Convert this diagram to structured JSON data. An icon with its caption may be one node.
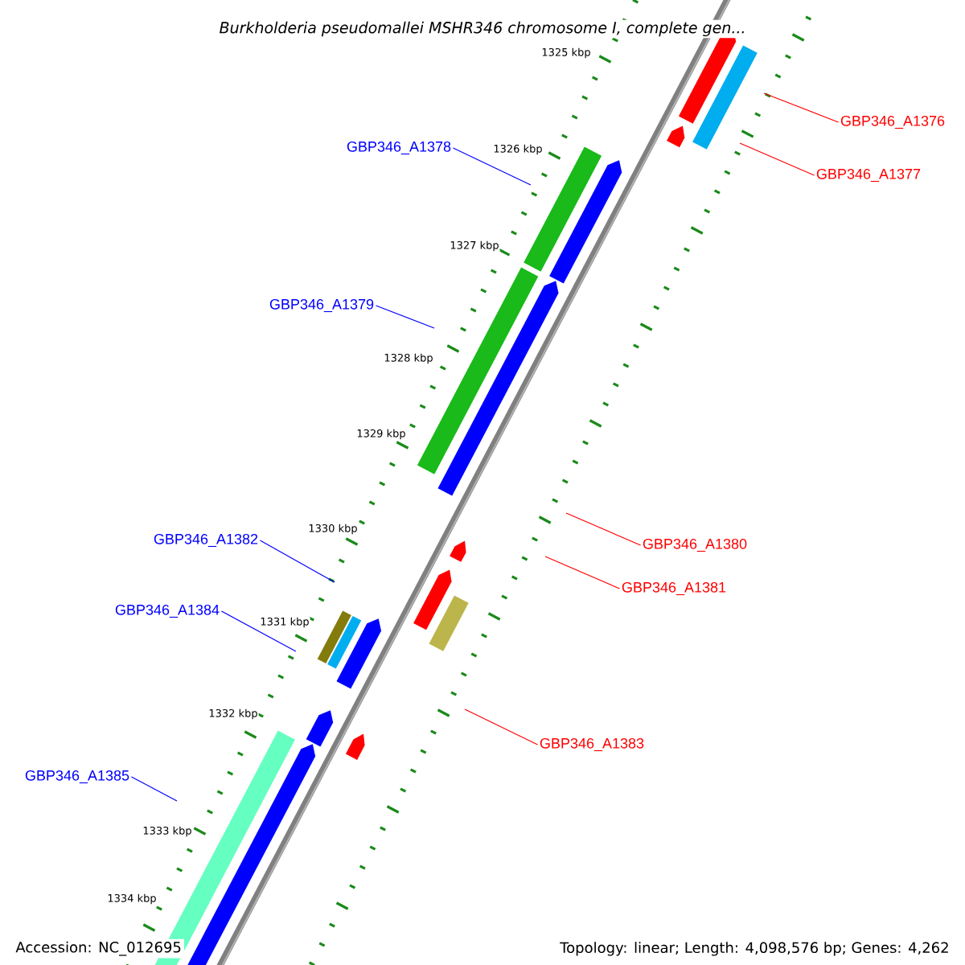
{
  "diagram": {
    "title": "Burkholderia pseudomallei MSHR346 chromosome I, complete gen...",
    "nodes": [
      {
        "text": [
          "GBP346_A1376"
        ]
      },
      {
        "text": [
          "GBP346_A1378"
        ]
      },
      {
        "text": [
          "GBP346_A1377"
        ]
      },
      {
        "text": [
          "GBP346_A1379"
        ]
      },
      {
        "text": [
          "GBP346_A1382"
        ]
      },
      {
        "text": [
          "GBP346_A1380"
        ]
      },
      {
        "text": [
          "GBP346_A1381"
        ]
      },
      {
        "text": [
          "GBP346_A1384"
        ]
      },
      {
        "text": [
          "GBP346_A1383"
        ]
      },
      {
        "text": [
          "GBP346_A1385"
        ]
      }
    ],
    "edges": [
      {
        "from": 0,
        "to": null,
        "arrow": "none",
        "color": "#ff0000"
      },
      {
        "from": 1,
        "to": null,
        "arrow": "none",
        "color": "#0000ff"
      },
      {
        "from": 2,
        "to": null,
        "arrow": "none",
        "color": "#ff0000"
      },
      {
        "from": 3,
        "to": null,
        "arrow": "none",
        "color": "#0000ff"
      },
      {
        "from": 4,
        "to": null,
        "arrow": "none",
        "color": "#0000ff"
      },
      {
        "from": 5,
        "to": null,
        "arrow": "none",
        "color": "#ff0000"
      },
      {
        "from": 6,
        "to": null,
        "arrow": "none",
        "color": "#ff0000"
      },
      {
        "from": 7,
        "to": null,
        "arrow": "none",
        "color": "#0000ff"
      },
      {
        "from": 8,
        "to": null,
        "arrow": "none",
        "color": "#ff0000"
      },
      {
        "from": 9,
        "to": null,
        "arrow": "none",
        "color": "#0000ff"
      }
    ],
    "labels": [
      "1325 kbp",
      "1326 kbp",
      "1327 kbp",
      "1328 kbp",
      "1329 kbp",
      "1330 kbp",
      "1331 kbp",
      "1332 kbp",
      "1333 kbp",
      "1334 kbp",
      "Accession: NC_012695",
      "Topology: linear; Length: 4,098,576 bp; Genes: 4,262"
    ]
  }
}
